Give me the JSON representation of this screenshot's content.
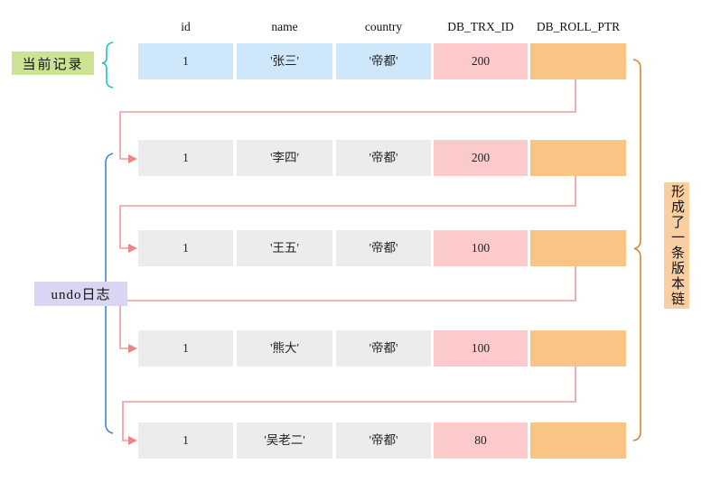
{
  "diagram": {
    "title_semantic": "mysql-mvcc-version-chain",
    "labels": {
      "current_record": "当前记录",
      "undo_log": "undo日志",
      "version_chain": "形成了一条版本链"
    },
    "table": {
      "columns": [
        "id",
        "name",
        "country",
        "DB_TRX_ID",
        "DB_ROLL_PTR"
      ],
      "rows": [
        {
          "id": "1",
          "name": "'张三'",
          "country": "'帝都'",
          "trx_id": "200",
          "roll_ptr_icon": "pointer-dot",
          "kind": "current"
        },
        {
          "id": "1",
          "name": "'李四'",
          "country": "'帝都'",
          "trx_id": "200",
          "roll_ptr_icon": "pointer-dot",
          "kind": "undo"
        },
        {
          "id": "1",
          "name": "'王五'",
          "country": "'帝都'",
          "trx_id": "100",
          "roll_ptr_icon": "pointer-dot",
          "kind": "undo"
        },
        {
          "id": "1",
          "name": "'熊大'",
          "country": "'帝都'",
          "trx_id": "100",
          "roll_ptr_icon": "pointer-dot",
          "kind": "undo"
        },
        {
          "id": "1",
          "name": "'吴老二'",
          "country": "'帝都'",
          "trx_id": "80",
          "roll_ptr_icon": "pointer-dot",
          "kind": "undo"
        }
      ]
    },
    "colors": {
      "current_row_bg": "#cfe7fa",
      "undo_row_bg": "#ececec",
      "trx_id_bg": "#fccaca",
      "roll_ptr_bg": "#f9c585",
      "arrow": "#f19999",
      "arrow_head": "#ee8585",
      "dot_fill": "#7d7d7d",
      "dot_ring": "#c9c9c9",
      "current_brace": "#1fc3c3",
      "undo_brace": "#3d87e3",
      "chain_brace": "#cd8935",
      "current_label_bg": "#cce295",
      "undo_label_bg": "#d9d6f3",
      "chain_label_bg": "#f9cea0"
    }
  }
}
